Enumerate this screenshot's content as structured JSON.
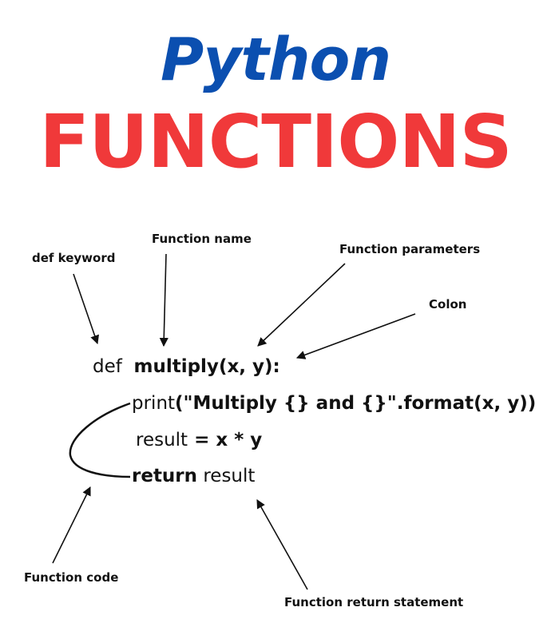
{
  "title": {
    "line1": "Python",
    "line2": "FUNCTIONS",
    "line1_color": "#0b4fb0",
    "line2_color": "#f0393a"
  },
  "labels": {
    "def_keyword": "def keyword",
    "function_name": "Function name",
    "function_parameters": "Function parameters",
    "colon": "Colon",
    "function_code": "Function code",
    "function_return_statement": "Function return statement"
  },
  "code": {
    "line1": {
      "keyword": "def",
      "name": "multiply",
      "params": "(x, y)",
      "colon": ":"
    },
    "line2": {
      "call": "print",
      "args": "(\"Multiply {} and {}\".format(x, y))"
    },
    "line3": {
      "lhs": "result",
      "rhs": " = x * y"
    },
    "line4": {
      "keyword": "return",
      "value": " result"
    }
  },
  "colors": {
    "text": "#111111",
    "arrow": "#111111"
  }
}
